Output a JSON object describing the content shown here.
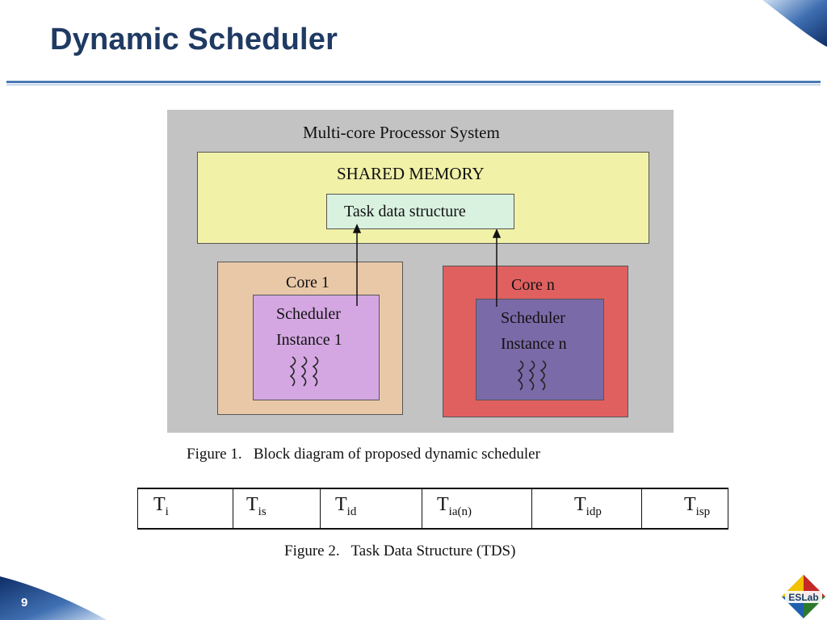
{
  "slide": {
    "title": "Dynamic Scheduler",
    "page_number": "9",
    "logo_text": "ESLab"
  },
  "diagram": {
    "system_label": "Multi-core Processor System",
    "shared_memory_label": "SHARED MEMORY",
    "task_data_label": "Task data structure",
    "core1": {
      "label": "Core 1",
      "scheduler_line1": "Scheduler",
      "scheduler_line2": "Instance 1"
    },
    "coren": {
      "label": "Core n",
      "scheduler_line1": "Scheduler",
      "scheduler_line2": "Instance n"
    },
    "caption": "Figure 1.   Block diagram of proposed dynamic scheduler"
  },
  "tds": {
    "cells": [
      {
        "base": "T",
        "sub": "i"
      },
      {
        "base": "T",
        "sub": "is"
      },
      {
        "base": "T",
        "sub": "id"
      },
      {
        "base": "T",
        "sub": "ia(n)"
      },
      {
        "base": "T",
        "sub": "idp"
      },
      {
        "base": "T",
        "sub": "isp"
      }
    ],
    "caption": "Figure 2.   Task Data Structure (TDS)"
  },
  "colors": {
    "title": "#1f3a63",
    "rule": "#4a78b5",
    "outer_box": "#c3c3c3",
    "shared_memory": "#f1f1a8",
    "task_data": "#d9f2df",
    "core1": "#e9c8a8",
    "scheduler1": "#d4a7e2",
    "coren": "#e06060",
    "schedulern": "#7b6aa8"
  }
}
